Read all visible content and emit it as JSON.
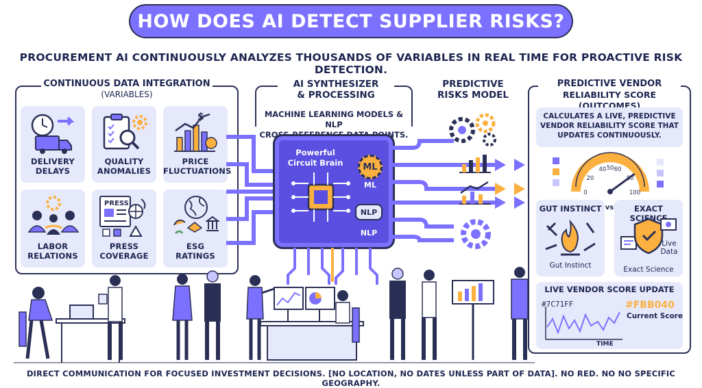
{
  "title": "HOW DOES AI DETECT SUPPLIER RISKS?",
  "subtitle": "PROCUREMENT AI  CONTINUOUSLY ANALYZES THOUSANDS OF VARIABLES IN REAL TIME FOR PROACTIVE RISK DETECTION.",
  "integration": {
    "title": "CONTINUOUS DATA INTEGRATION",
    "subtitle": "(VARIABLES)",
    "tiles": [
      {
        "label_1": "DELIVERY",
        "label_2": "DELAYS",
        "icon": "delivery-truck-clock-icon"
      },
      {
        "label_1": "QUALITY",
        "label_2": "ANOMALIES",
        "icon": "clipboard-magnifier-icon"
      },
      {
        "label_1": "PRICE",
        "label_2": "FLUCTUATIONS",
        "icon": "price-chart-icon"
      },
      {
        "label_1": "LABOR",
        "label_2": "RELATIONS",
        "icon": "people-handshake-icon"
      },
      {
        "label_1": "PRESS",
        "label_2": "COVERAGE",
        "icon": "newspaper-icon"
      },
      {
        "label_1": "ESG",
        "label_2": "RATINGS",
        "icon": "globe-handshake-icon"
      }
    ],
    "press_tag": "PRESS"
  },
  "synth": {
    "title_1": "AI SYNTHESIZER",
    "title_2": "& PROCESSING",
    "desc_1": "MACHINE LEARNING MODELS & NLP",
    "desc_2": "CROSS-REFERENCE DATA POINTS.",
    "chip_label_1": "Powerful",
    "chip_label_2": "Circuit Brain",
    "ml_badge": "ML",
    "ml_label": "ML",
    "nlp_badge": "NLP",
    "nlp_label": "NLP"
  },
  "predictive": {
    "title_1": "PREDICTIVE",
    "title_2": "RISKS MODEL"
  },
  "outcomes": {
    "title_1": "PREDICTIVE VENDOR",
    "title_2": "RELIABILITY SCORE (OUTCOMES)",
    "desc_1": "CALCULATES A LIVE, PREDICTIVE",
    "desc_2": "VENDOR RELIABILITY SCORE THAT",
    "desc_3": "UPDATES CONTINUOUSLY.",
    "gauge_ticks": [
      "0",
      "20",
      "40",
      "50",
      "60",
      "80",
      "100"
    ],
    "gauge_value": 80,
    "gut_title": "GUT INSTINCT",
    "vs": "vs",
    "exact_title": "EXACT SCIENCE",
    "gut_caption": "Gut Instinct",
    "live_data_1": "Live",
    "live_data_2": "Data",
    "exact_caption": "Exact Science",
    "live_title": "LIVE VENDOR SCORE UPDATE",
    "color_code_1": "#7C71FF",
    "color_code_2": "#FBB040",
    "current_score": "Current Score",
    "time_label": "TIME"
  },
  "colors": {
    "primary": "#7c71ff",
    "accent": "#fbb040",
    "ink": "#2a2f55",
    "tile_bg": "#e6e9fb"
  },
  "footer": "DIRECT COMMUNICATION FOR FOCUSED INVESTMENT DECISIONS. [NO LOCATION, NO DATES UNLESS PART OF DATA]. NO RED. NO NO SPECIFIC GEOGRAPHY."
}
